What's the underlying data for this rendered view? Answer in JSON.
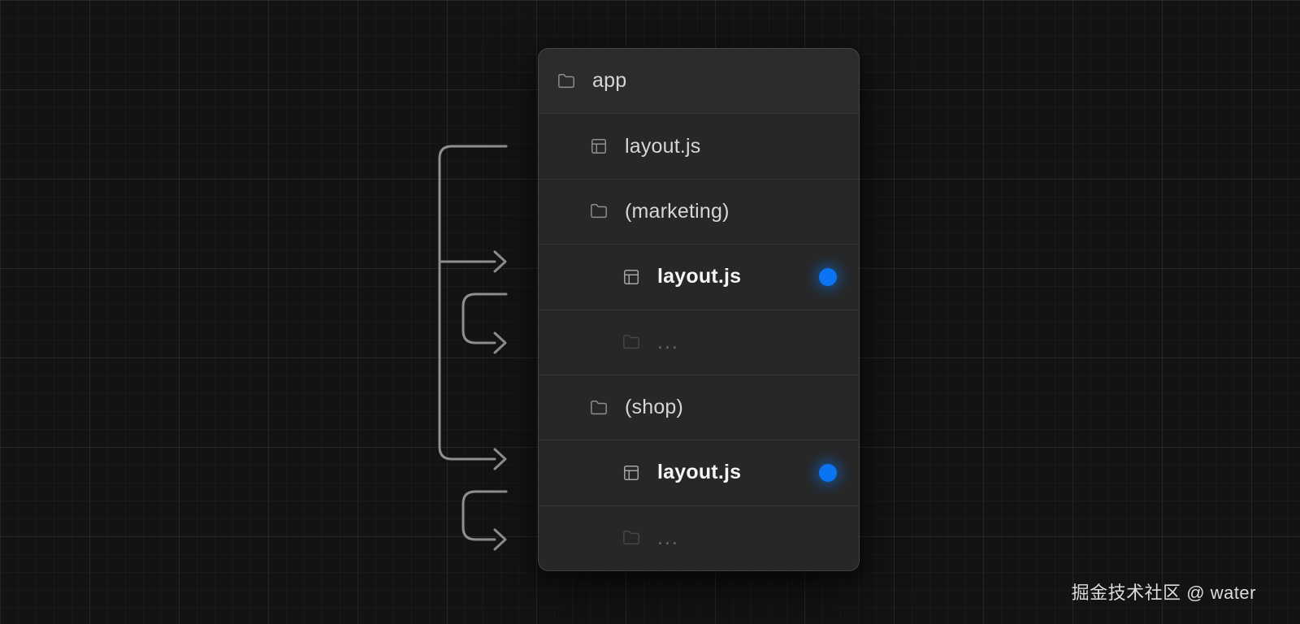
{
  "diagram": {
    "file_tree": {
      "rows": [
        {
          "label": "app",
          "icon": "folder-icon",
          "level": 1,
          "emphasis": "normal"
        },
        {
          "label": "layout.js",
          "icon": "panels-top-left-icon",
          "level": 2,
          "emphasis": "normal"
        },
        {
          "label": "(marketing)",
          "icon": "folder-icon",
          "level": 2,
          "emphasis": "normal"
        },
        {
          "label": "layout.js",
          "icon": "panels-top-left-icon",
          "level": 3,
          "emphasis": "bold",
          "active_dot": true
        },
        {
          "label": "...",
          "icon": "folder-icon",
          "level": 3,
          "emphasis": "dimmed"
        },
        {
          "label": "(shop)",
          "icon": "folder-icon",
          "level": 2,
          "emphasis": "normal"
        },
        {
          "label": "layout.js",
          "icon": "panels-top-left-icon",
          "level": 3,
          "emphasis": "bold",
          "active_dot": true
        },
        {
          "label": "...",
          "icon": "folder-icon",
          "level": 3,
          "emphasis": "dimmed"
        }
      ]
    },
    "connections": [
      {
        "from": "app/layout.js",
        "to": "app/(marketing)/layout.js"
      },
      {
        "from": "app/layout.js",
        "to": "app/(shop)/layout.js"
      },
      {
        "from": "app/(marketing)/layout.js",
        "to": "app/(marketing)/..."
      },
      {
        "from": "app/(shop)/layout.js",
        "to": "app/(shop)/..."
      }
    ],
    "colors": {
      "active_dot": "#0b74f2",
      "arrow": "#8f8f8f",
      "panel_background": "#272727",
      "page_background": "#131313"
    }
  },
  "watermark": {
    "text": "掘金技术社区 @ water"
  }
}
